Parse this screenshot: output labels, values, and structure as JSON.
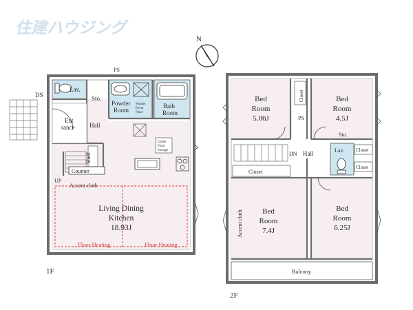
{
  "logo": {
    "text": "住建ハウジング",
    "color": "#c8dcec"
  },
  "compass": {
    "label": "N"
  },
  "colors": {
    "wall": "#6d6d6d",
    "room": "#f7eef2",
    "wet": "#cfe6f1",
    "heating": "#d9342b",
    "line": "#555555"
  },
  "floor1": {
    "caption": "1F",
    "rooms": {
      "lav": "Lav.",
      "ds": "DS",
      "sto": "Sto.",
      "ps": "PS",
      "powder_room": [
        "Powder",
        "Room"
      ],
      "bath_room": [
        "Bath",
        "Room"
      ],
      "washer": [
        "Washer",
        "Dryer",
        "Place"
      ],
      "entrance": [
        "Ent",
        "rance"
      ],
      "hall": "Hall",
      "shelf": "Shelf",
      "counter": "Counter",
      "under_floor": [
        "Under",
        "Floor",
        "Storage"
      ],
      "up": "UP",
      "accent_cloth": "Accent cloth",
      "ldk": [
        "Living Dining",
        "Kitchen",
        "18.93J"
      ],
      "floor_heating": [
        "Floor Heating",
        "Floor Heating"
      ]
    }
  },
  "floor2": {
    "caption": "2F",
    "rooms": {
      "bed1": [
        "Bed",
        "Room",
        "5.06J"
      ],
      "bed2": [
        "Bed",
        "Room",
        "4.5J"
      ],
      "bed3": [
        "Bed",
        "Room",
        "7.4J"
      ],
      "bed4": [
        "Bed",
        "Room",
        "6.25J"
      ],
      "closet": "Closet",
      "closet_small": "Closet",
      "ps": "PS",
      "sto": "Sto.",
      "dn": "DN",
      "hall": "Hall",
      "lav": "Lav.",
      "accent_cloth": "Accent cloth",
      "balcony": "Balcony"
    }
  }
}
